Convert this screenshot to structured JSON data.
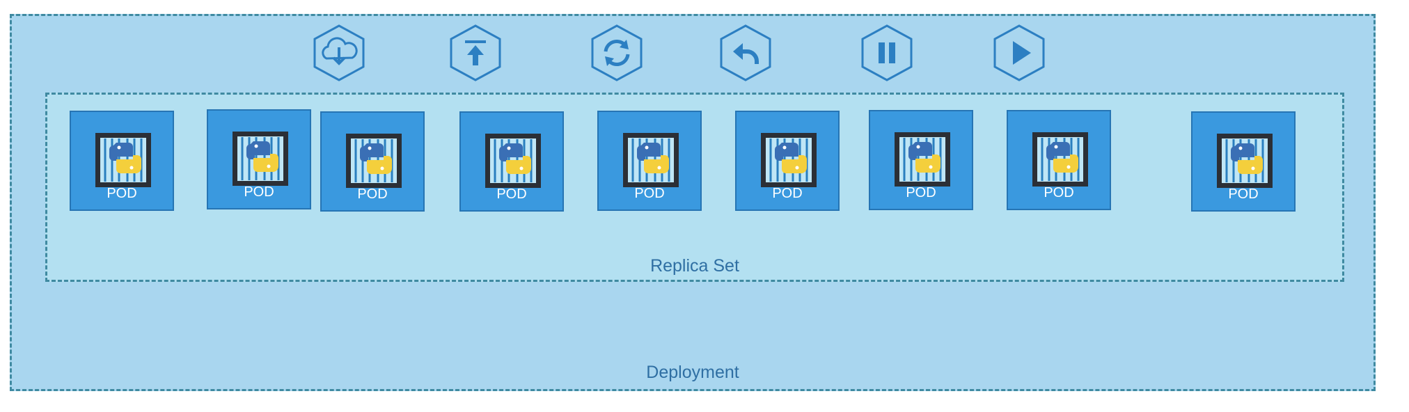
{
  "deployment": {
    "label": "Deployment"
  },
  "replica_set": {
    "label": "Replica Set"
  },
  "pods": [
    {
      "label": "POD"
    },
    {
      "label": "POD"
    },
    {
      "label": "POD"
    },
    {
      "label": "POD"
    },
    {
      "label": "POD"
    },
    {
      "label": "POD"
    },
    {
      "label": "POD"
    },
    {
      "label": "POD"
    },
    {
      "label": "POD"
    }
  ],
  "actions": [
    {
      "icon": "cloud-download-icon"
    },
    {
      "icon": "upload-icon"
    },
    {
      "icon": "refresh-icon"
    },
    {
      "icon": "undo-icon"
    },
    {
      "icon": "pause-icon"
    },
    {
      "icon": "play-icon"
    }
  ],
  "colors": {
    "deployment_fill": "#a9d6ef",
    "replicaset_fill": "#b3e0f1",
    "border": "#3f8aa1",
    "pod_fill": "#3a99df",
    "icon_stroke": "#2c7fc2",
    "label_text": "#2f6fa3"
  }
}
